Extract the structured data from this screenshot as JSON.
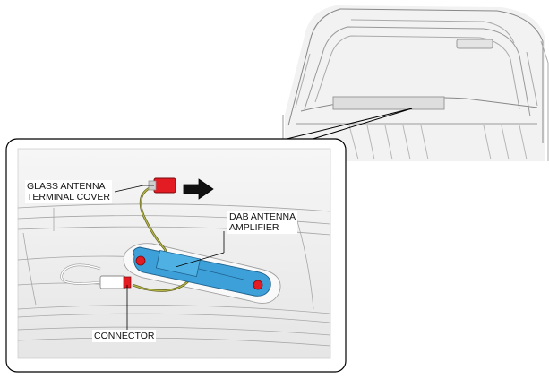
{
  "labels": {
    "glass_terminal_cover": [
      "GLASS ANTENNA",
      "TERMINAL COVER"
    ],
    "dab_amplifier": [
      "DAB ANTENNA",
      "AMPLIFIER"
    ],
    "connector": "CONNECTOR"
  },
  "colors": {
    "amplifier_fill": "#3ea0d8",
    "cover_red": "#e31b23",
    "harness_green": "#8a8a2a",
    "panel_line": "#9a9a9a",
    "callout_border": "#000000"
  },
  "icons": [
    "direction-arrow-icon"
  ]
}
